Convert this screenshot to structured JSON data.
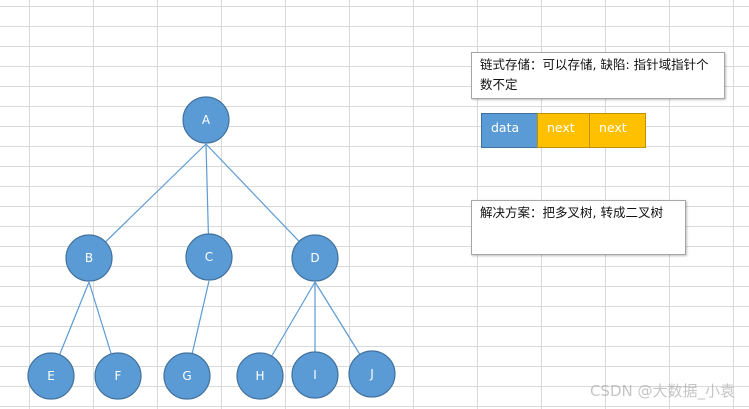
{
  "tree": {
    "root": "A",
    "children": [
      {
        "label": "B",
        "children": [
          "E",
          "F"
        ]
      },
      {
        "label": "C",
        "children": [
          "G"
        ]
      },
      {
        "label": "D",
        "children": [
          "H",
          "I",
          "J"
        ]
      }
    ]
  },
  "notes": {
    "linked_storage": "链式存储：可以存储, 缺陷: 指针域指针个数不定",
    "solution": "解决方案：把多叉树, 转成二叉树"
  },
  "node_cells": [
    "data",
    "next",
    "next"
  ],
  "colors": {
    "node_fill": "#5b9bd5",
    "node_stroke": "#41719c",
    "edge": "#5b9bd5",
    "pointer_fill": "#ffc000",
    "grid": "#d9d9d9"
  },
  "watermark": "CSDN @大数据_小袁"
}
